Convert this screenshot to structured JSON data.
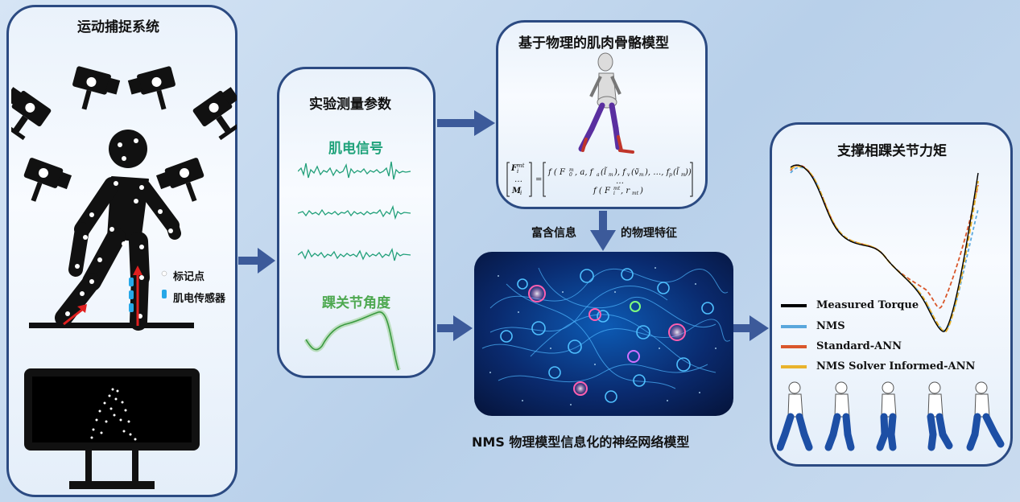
{
  "panels": {
    "mocap": {
      "title": "运动捕捉系统",
      "legend_marker": "标记点",
      "legend_sensor": "肌电传感器"
    },
    "exp": {
      "title": "实验测量参数",
      "emg_title": "肌电信号",
      "angle_title": "踝关节角度"
    },
    "msk": {
      "title": "基于物理的肌肉骨骼模型"
    },
    "torque": {
      "title": "支撑相踝关节力矩",
      "legend": [
        {
          "label": "Measured Torque",
          "color": "#000000"
        },
        {
          "label": "NMS",
          "color": "#5aa7dc"
        },
        {
          "label": "Standard-ANN",
          "color": "#d9572b"
        },
        {
          "label": "NMS Solver Informed-ANN",
          "color": "#e9b32c"
        }
      ]
    }
  },
  "labels": {
    "rich_info": "富含信息",
    "physical_features": "的物理特征",
    "network_title": "NMS 物理模型信息化的神经网络模型"
  },
  "colors": {
    "frame": "#2b4a82",
    "arrow": "#3c5a9a",
    "emg": "#22a07a",
    "angle": "#4da850"
  }
}
